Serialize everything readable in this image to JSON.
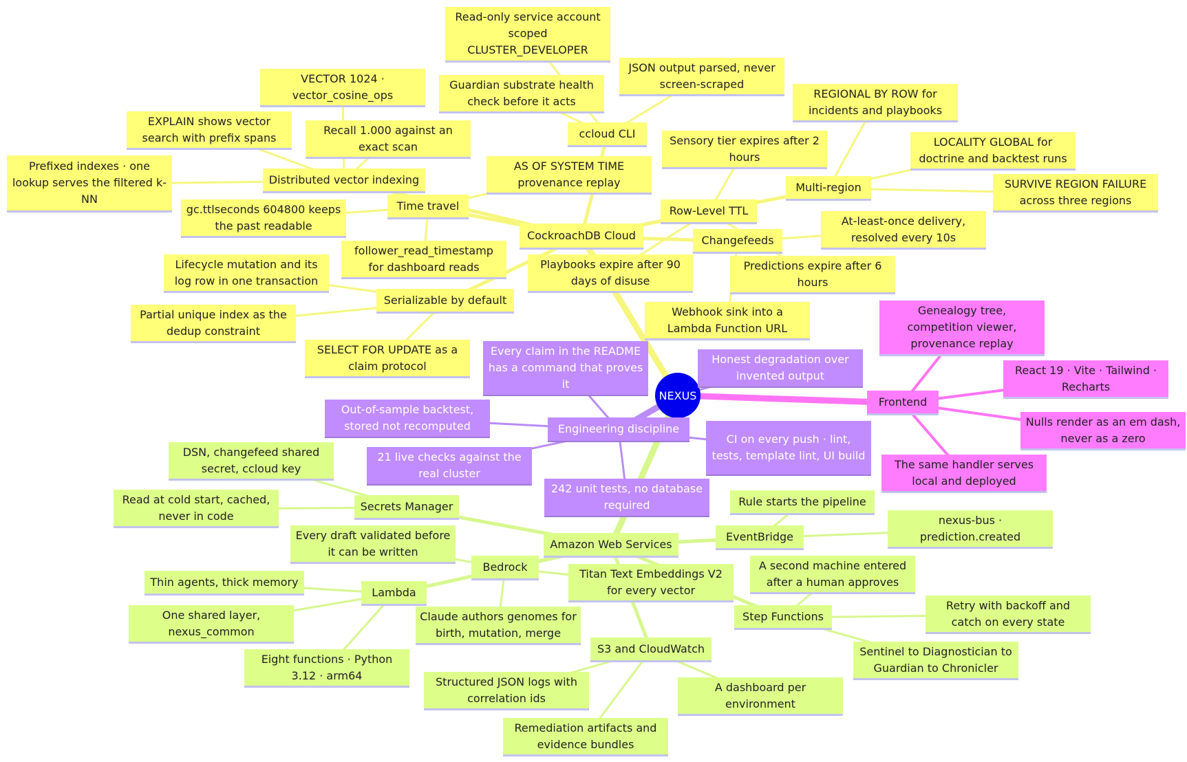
{
  "root": "NEXUS",
  "branches": {
    "cockroach": "CockroachDB Cloud",
    "aws": "Amazon Web Services",
    "engineering": "Engineering discipline",
    "frontend": "Frontend"
  },
  "cockroach": {
    "ccloud": "ccloud CLI",
    "ccloud_children": [
      "Read-only service account scoped CLUSTER_DEVELOPER",
      "JSON output parsed, never screen-scraped",
      "Guardian substrate health check before it acts"
    ],
    "vector": "Distributed vector indexing",
    "vector_children": [
      "VECTOR 1024 · vector_cosine_ops",
      "EXPLAIN shows vector search with prefix spans",
      "Recall 1.000 against an exact scan",
      "Prefixed indexes · one lookup serves the filtered k-NN"
    ],
    "time_travel": "Time travel",
    "time_travel_children": [
      "AS OF SYSTEM TIME provenance replay",
      "gc.ttlseconds 604800 keeps the past readable",
      "follower_read_timestamp for dashboard reads"
    ],
    "serializable": "Serializable by default",
    "serializable_children": [
      "Lifecycle mutation and its log row in one transaction",
      "Partial unique index as the dedup constraint",
      "SELECT FOR UPDATE as a claim protocol"
    ],
    "ttl": "Row-Level TTL",
    "ttl_children": [
      "Sensory tier expires after 2 hours",
      "Playbooks expire after 90 days of disuse",
      "Predictions expire after 6 hours"
    ],
    "multiregion": "Multi-region",
    "multiregion_children": [
      "REGIONAL BY ROW for incidents and playbooks",
      "LOCALITY GLOBAL for doctrine and backtest runs",
      "SURVIVE REGION FAILURE across three regions"
    ],
    "changefeeds": "Changefeeds",
    "changefeeds_children": [
      "At-least-once delivery, resolved every 10s",
      "Webhook sink into a Lambda Function URL"
    ]
  },
  "engineering": {
    "children": [
      "Every claim in the README has a command that proves it",
      "Out-of-sample backtest, stored not recomputed",
      "21 live checks against the real cluster",
      "242 unit tests, no database required",
      "CI on every push · lint, tests, template lint, UI build",
      "Honest degradation over invented output"
    ]
  },
  "frontend": {
    "children": [
      "Genealogy tree, competition viewer, provenance replay",
      "React 19 · Vite · Tailwind · Recharts",
      "Nulls render as an em dash, never as a zero",
      "The same handler serves local and deployed"
    ]
  },
  "aws": {
    "secrets": "Secrets Manager",
    "secrets_children": [
      "DSN, changefeed shared secret, ccloud key",
      "Read at cold start, cached, never in code"
    ],
    "bedrock": "Bedrock",
    "bedrock_children": [
      "Every draft validated before it can be written",
      "Claude authors genomes for birth, mutation, merge",
      "Titan Text Embeddings V2 for every vector"
    ],
    "lambda": "Lambda",
    "lambda_children": [
      "Thin agents, thick memory",
      "One shared layer, nexus_common",
      "Eight functions · Python 3.12 · arm64"
    ],
    "eventbridge": "EventBridge",
    "eventbridge_children": [
      "Rule starts the pipeline",
      "nexus-bus · prediction.created"
    ],
    "stepfunctions": "Step Functions",
    "stepfunctions_children": [
      "A second machine entered after a human approves",
      "Retry with backoff and catch on every state",
      "Sentinel to Diagnostician to Guardian to Chronicler"
    ],
    "s3cw": "S3 and CloudWatch",
    "s3cw_children": [
      "Structured JSON logs with correlation ids",
      "A dashboard per environment",
      "Remediation artifacts and evidence bundles"
    ]
  },
  "colors": {
    "root": "#0000ee",
    "cockroach": "#ffff78",
    "aws": "#ddff8a",
    "engineering": "#c08cff",
    "frontend": "#ff7cff"
  }
}
